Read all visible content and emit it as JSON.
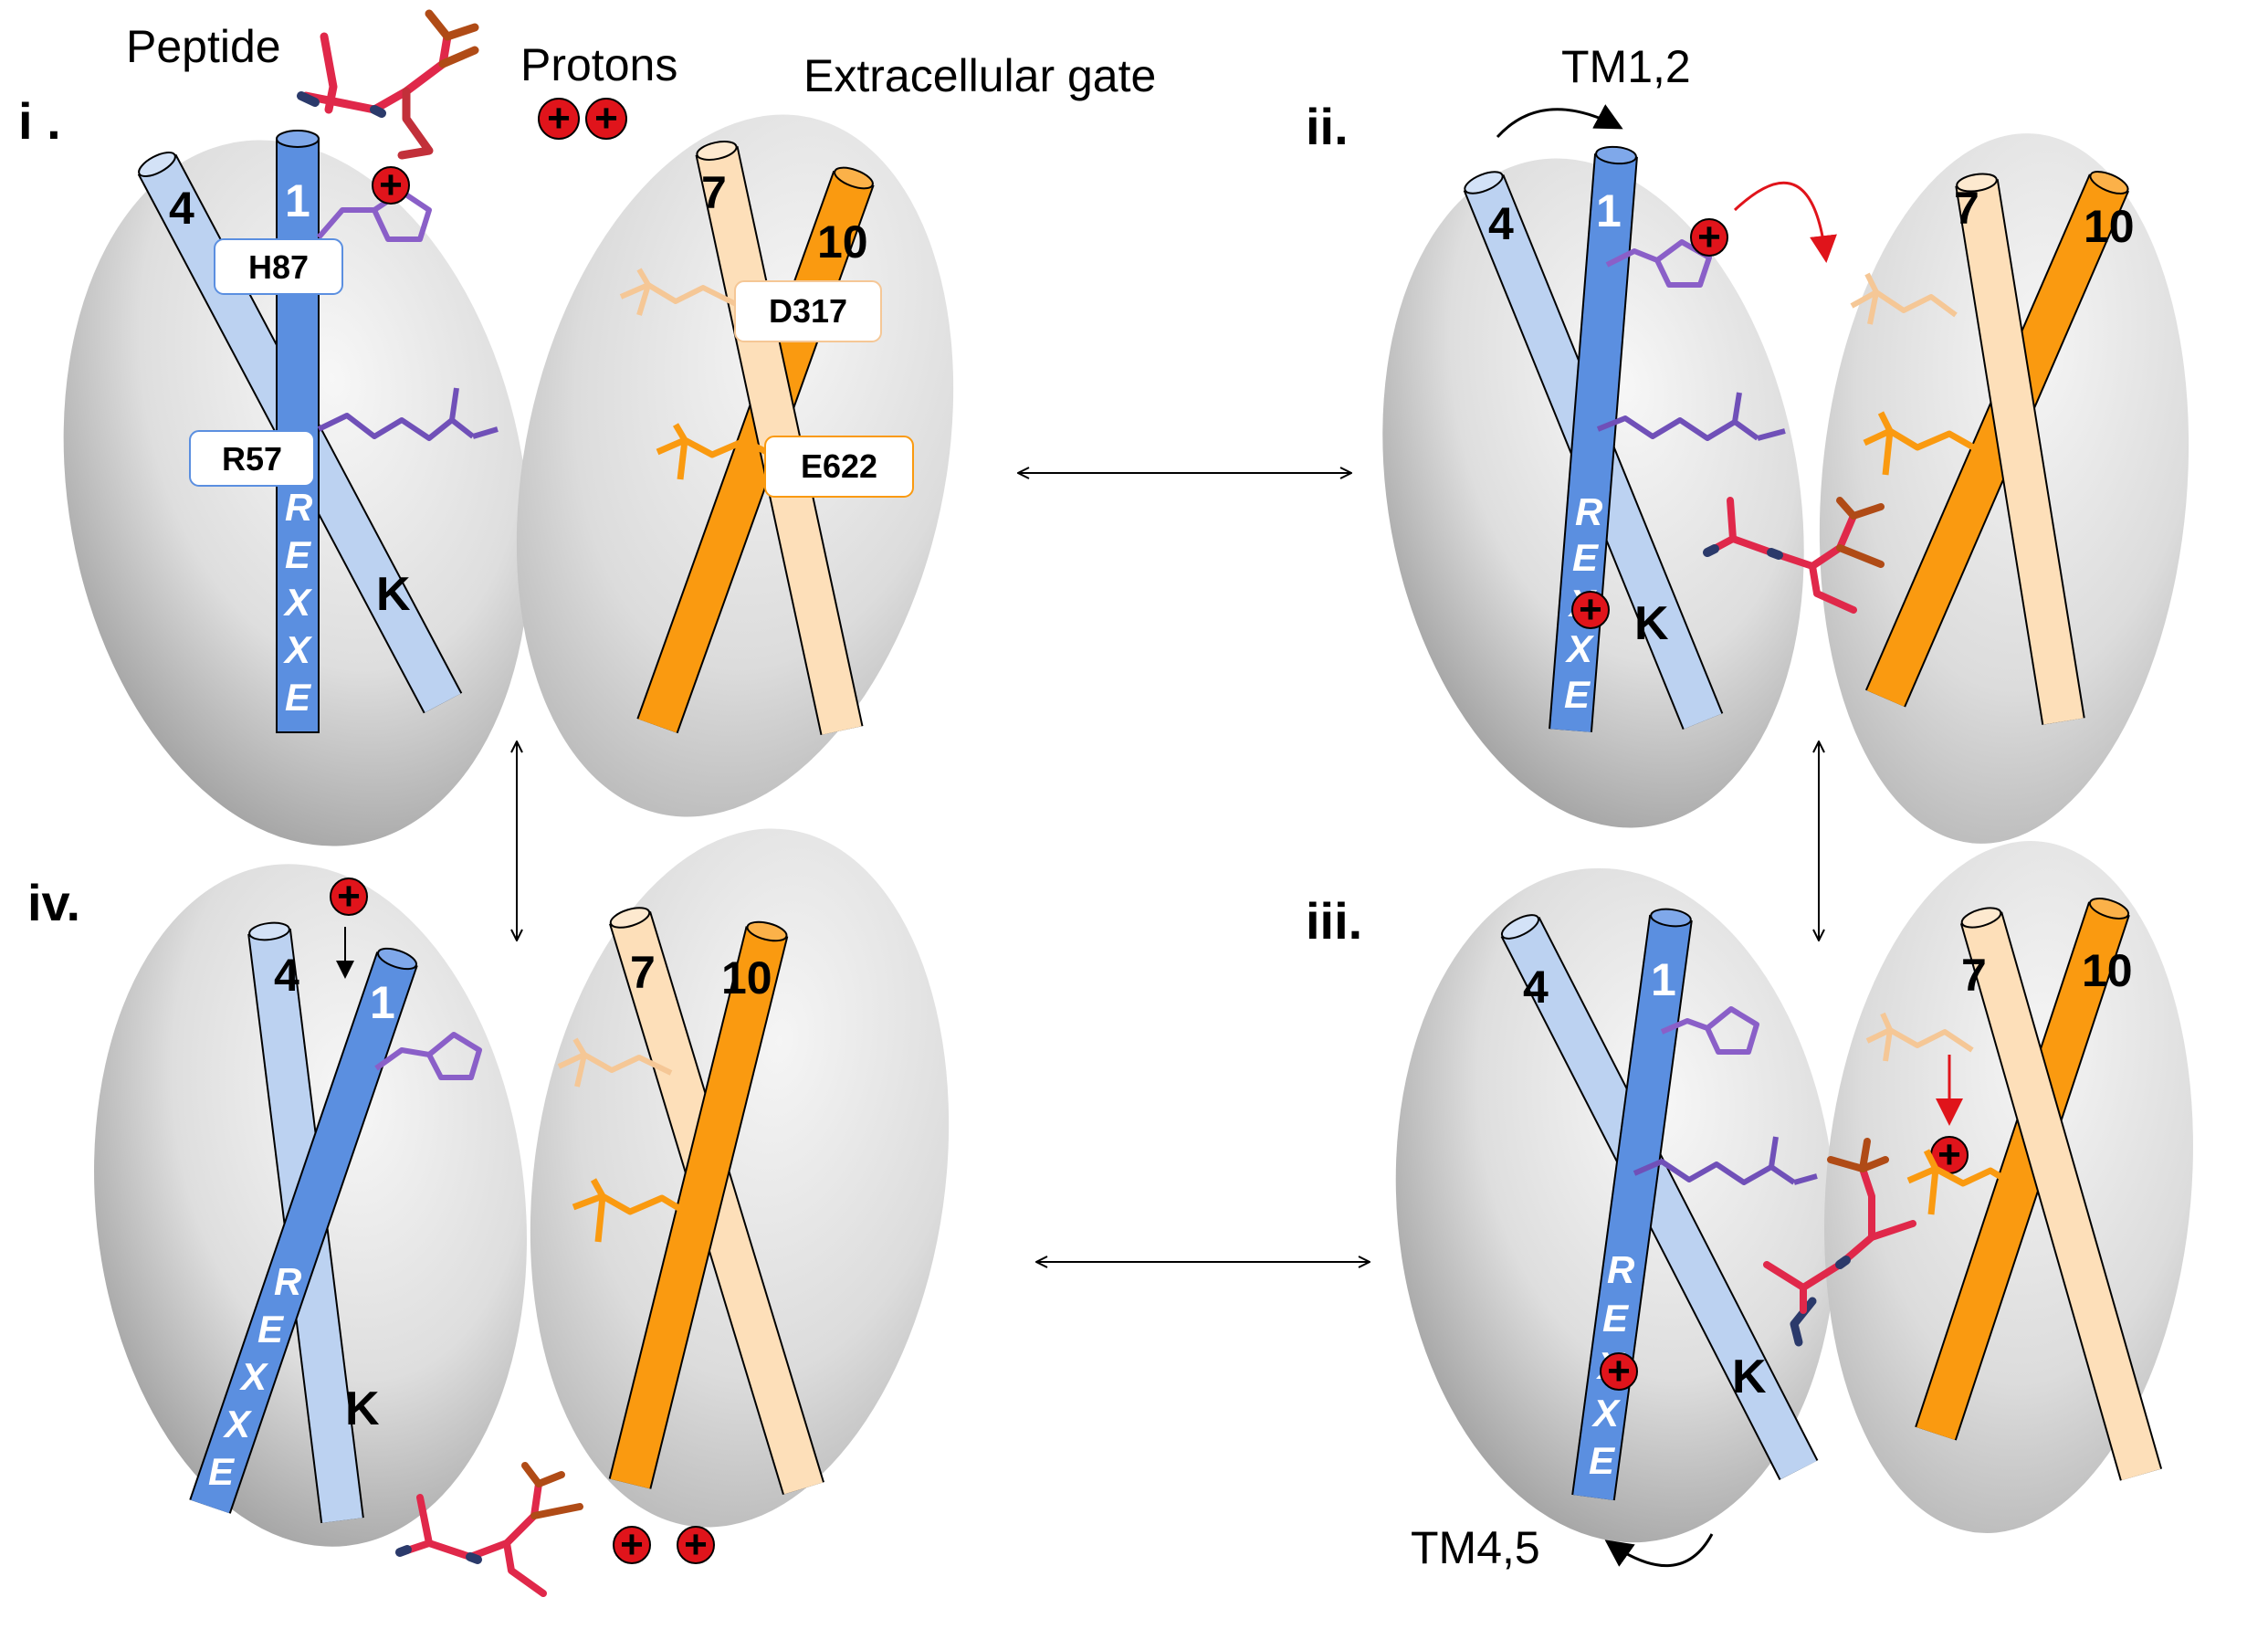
{
  "top_labels": {
    "peptide": "Peptide",
    "protons": "Protons",
    "gate": "Extracellular gate"
  },
  "panels": {
    "i": "i .",
    "ii": "ii.",
    "iii": "iii.",
    "iv": "iv."
  },
  "helices": {
    "tm1": "1",
    "tm4": "4",
    "tm7": "7",
    "tm10": "10",
    "k": "K",
    "motif": [
      "R",
      "E",
      "X",
      "X",
      "E"
    ]
  },
  "residues": {
    "h87": "H87",
    "r57": "R57",
    "d317": "D317",
    "e622": "E622"
  },
  "motions": {
    "tm12": "TM1,2",
    "tm45": "TM4,5"
  },
  "proton_symbol": "+",
  "colors": {
    "tm1": "#5b8fe0",
    "tm4": "#bcd2f1",
    "tm7": "#fddfb9",
    "tm10": "#fa9a10",
    "proton": "#e0141b",
    "histidine": "#8a5fc8",
    "arginine": "#7050b8",
    "peptide_red": "#e0284a",
    "peptide_brown": "#b04b16"
  }
}
